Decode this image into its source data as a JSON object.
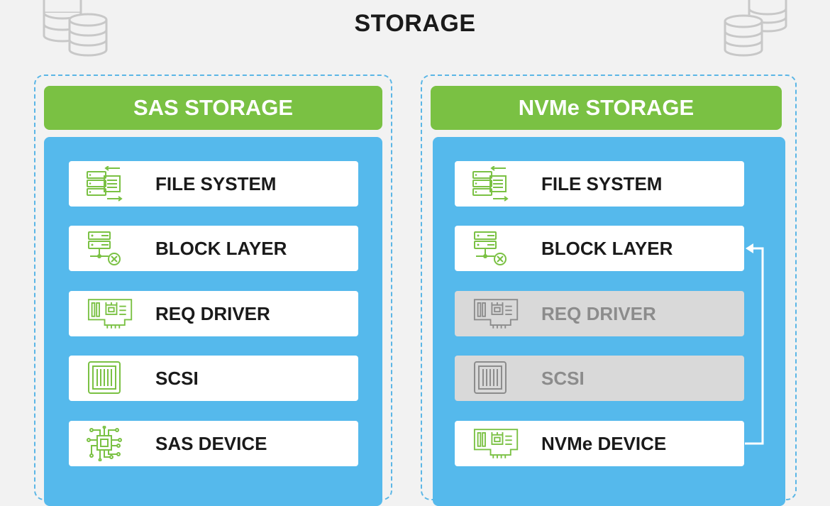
{
  "title": "STORAGE",
  "colors": {
    "green": "#7ac143",
    "blue": "#55b9ec",
    "disabled": "#d9d9d9",
    "icon_green": "#7ac143",
    "icon_gray": "#8c8c8c"
  },
  "columns": [
    {
      "header": "SAS STORAGE",
      "layers": [
        {
          "label": "FILE SYSTEM",
          "icon": "file-system-icon",
          "enabled": true
        },
        {
          "label": "BLOCK LAYER",
          "icon": "block-layer-icon",
          "enabled": true
        },
        {
          "label": "REQ DRIVER",
          "icon": "driver-card-icon",
          "enabled": true
        },
        {
          "label": "SCSI",
          "icon": "scsi-chip-icon",
          "enabled": true
        },
        {
          "label": "SAS DEVICE",
          "icon": "circuit-chip-icon",
          "enabled": true
        }
      ]
    },
    {
      "header": "NVMe STORAGE",
      "layers": [
        {
          "label": "FILE SYSTEM",
          "icon": "file-system-icon",
          "enabled": true
        },
        {
          "label": "BLOCK LAYER",
          "icon": "block-layer-icon",
          "enabled": true
        },
        {
          "label": "REQ DRIVER",
          "icon": "driver-card-icon",
          "enabled": false
        },
        {
          "label": "SCSI",
          "icon": "scsi-chip-icon",
          "enabled": false
        },
        {
          "label": "NVMe DEVICE",
          "icon": "driver-card-icon",
          "enabled": true
        }
      ]
    }
  ]
}
